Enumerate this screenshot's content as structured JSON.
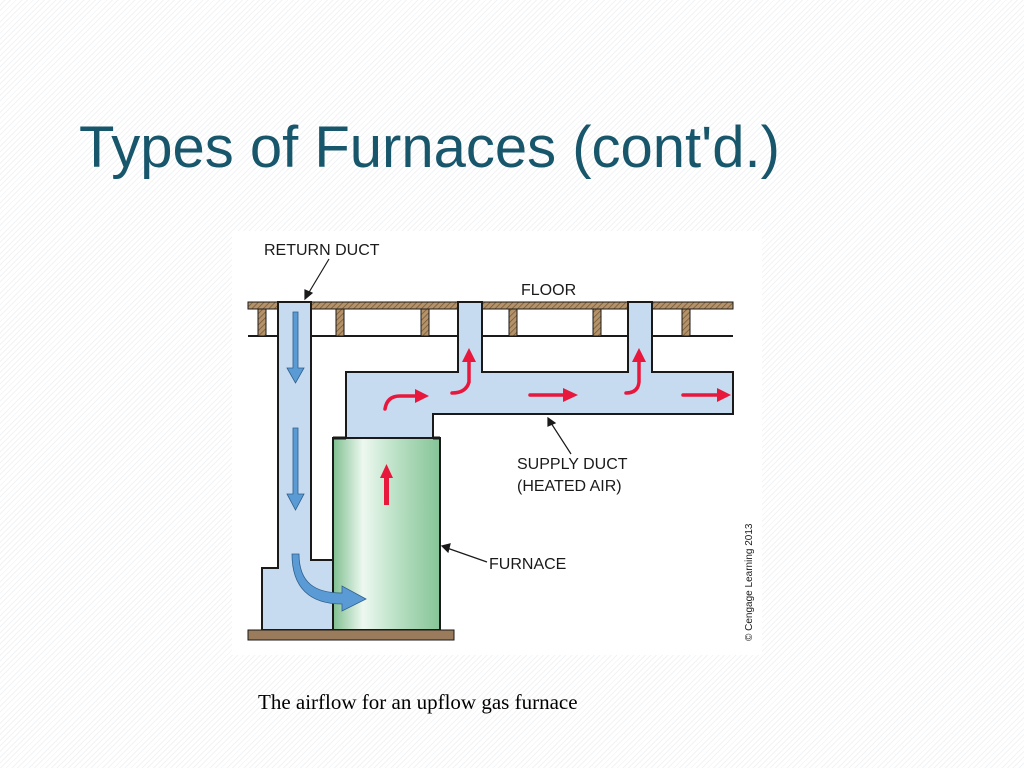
{
  "slide": {
    "title": "Types of Furnaces (cont'd.)",
    "caption": "The airflow for an upflow gas furnace"
  },
  "diagram": {
    "labels": {
      "return_duct": "RETURN DUCT",
      "floor": "FLOOR",
      "supply_duct_line1": "SUPPLY DUCT",
      "supply_duct_line2": "(HEATED AIR)",
      "furnace": "FURNACE"
    },
    "copyright": "© Cengage Learning 2013",
    "colors": {
      "duct_fill": "#c6daf0",
      "outline": "#1a1a1a",
      "joist": "#a0845a",
      "base": "#9a7b5b",
      "return_arrow": "#5b9bd5",
      "supply_arrow": "#e8173c",
      "furnace_light": "#e6f5ea",
      "furnace_dark": "#93c9a2"
    }
  }
}
